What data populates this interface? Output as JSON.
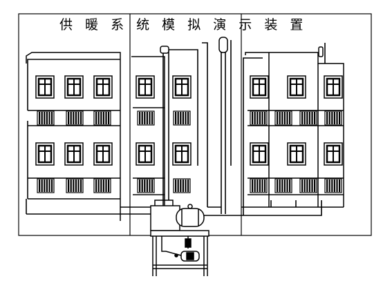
{
  "diagram": {
    "title": "供 暖 系 统 模 拟 演 示 装 置",
    "floors_per_building": 2,
    "sections": [
      {
        "name": "left-section",
        "windows_per_floor": 3
      },
      {
        "name": "middle-section",
        "windows_per_floor": 2
      },
      {
        "name": "right-section",
        "windows_per_floor": 3
      }
    ],
    "stroke_color": "#000000",
    "background_color": "#ffffff"
  }
}
